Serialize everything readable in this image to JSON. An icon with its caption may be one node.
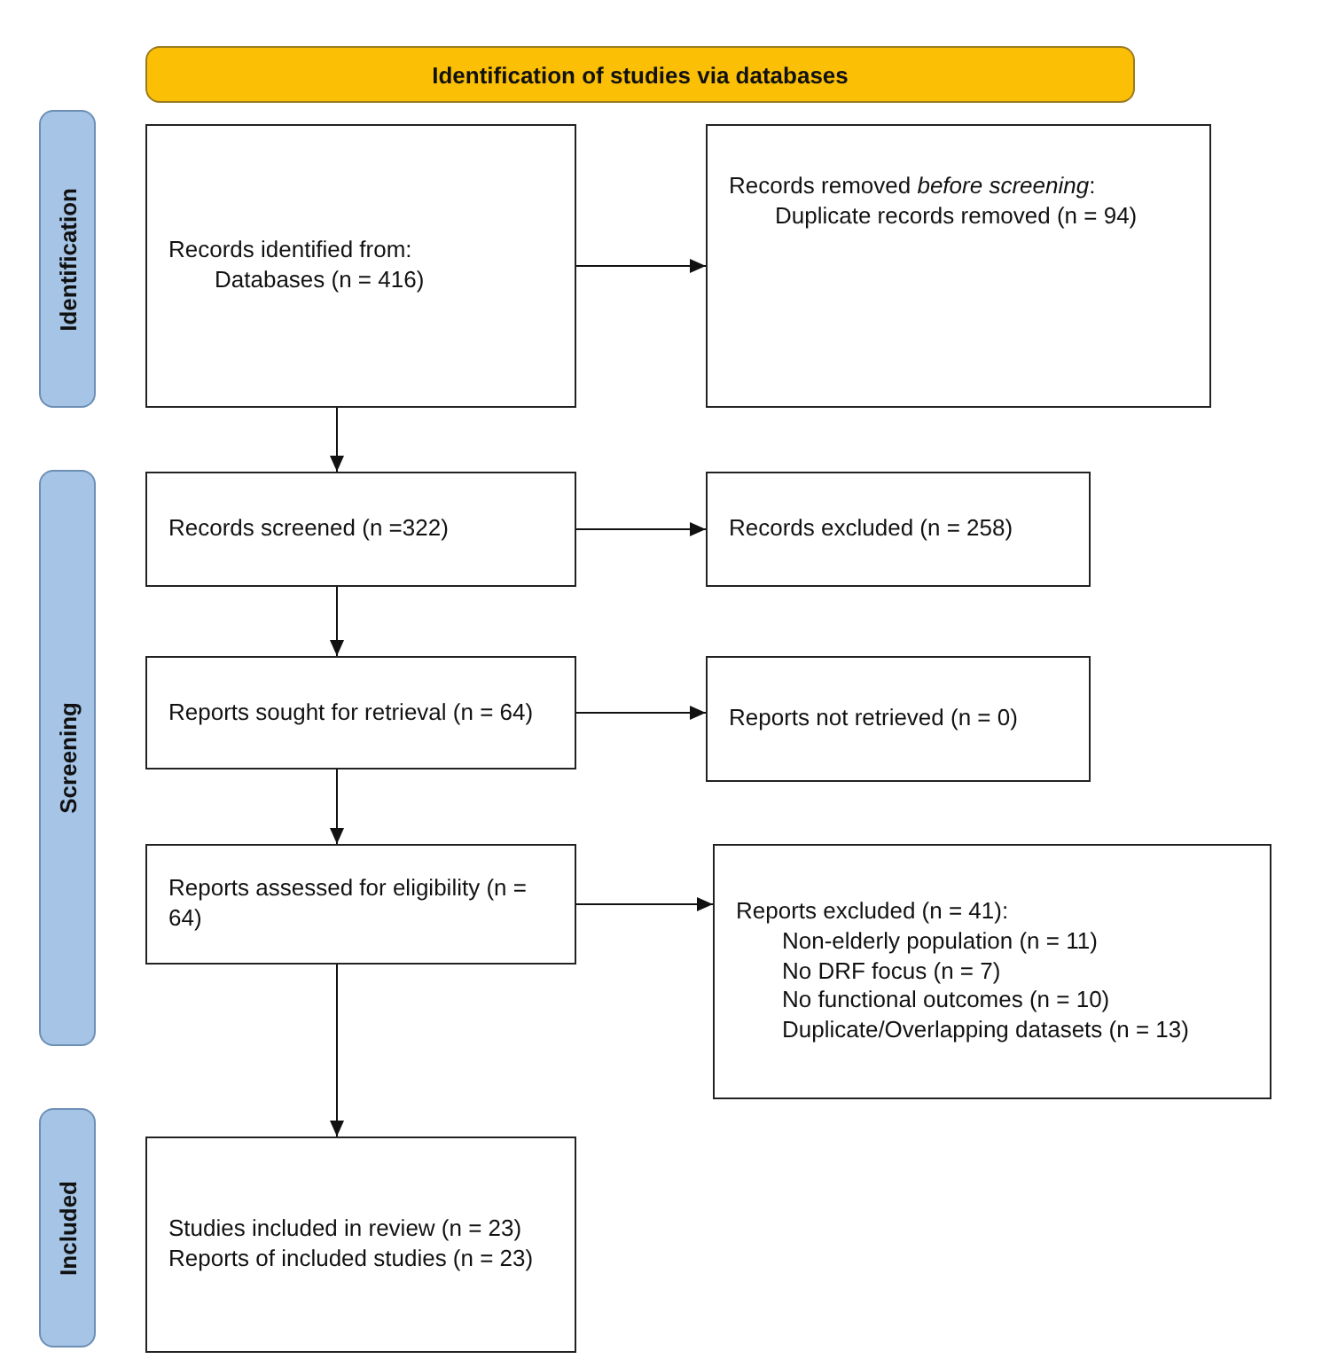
{
  "diagram": {
    "nodes": [
      {
        "text": [
          "Identification of studies via databases"
        ]
      },
      {
        "text": [
          "Identification"
        ]
      },
      {
        "text": [
          "Records identified from:",
          "Databases (n = 416)"
        ]
      },
      {
        "text": [
          "Records removed *before screening*:",
          "Duplicate records removed (n = 94)"
        ]
      },
      {
        "text": [
          "Screening"
        ]
      },
      {
        "text": [
          "Records screened (n =322)"
        ]
      },
      {
        "text": [
          "Records excluded (n = 258)"
        ]
      },
      {
        "text": [
          "Reports sought for retrieval (n = 64)"
        ]
      },
      {
        "text": [
          "Reports not retrieved (n = 0)"
        ]
      },
      {
        "text": [
          "Reports assessed for eligibility (n = 64)"
        ]
      },
      {
        "text": [
          "Reports excluded (n = 41):",
          "Non-elderly population (n = 11)",
          "No DRF focus (n = 7)",
          "No functional outcomes (n = 10)",
          "Duplicate/Overlapping datasets (n = 13)"
        ]
      },
      {
        "text": [
          "Included"
        ]
      },
      {
        "text": [
          "Studies included in review (n = 23)",
          "Reports of included studies (n = 23)"
        ]
      }
    ],
    "edges": [
      {
        "from": 2,
        "to": 3,
        "arrow": "to"
      },
      {
        "from": 2,
        "to": 5,
        "arrow": "to"
      },
      {
        "from": 5,
        "to": 6,
        "arrow": "to"
      },
      {
        "from": 5,
        "to": 7,
        "arrow": "to"
      },
      {
        "from": 7,
        "to": 8,
        "arrow": "to"
      },
      {
        "from": 7,
        "to": 9,
        "arrow": "to"
      },
      {
        "from": 9,
        "to": 10,
        "arrow": "to"
      },
      {
        "from": 9,
        "to": 12,
        "arrow": "to"
      }
    ]
  }
}
